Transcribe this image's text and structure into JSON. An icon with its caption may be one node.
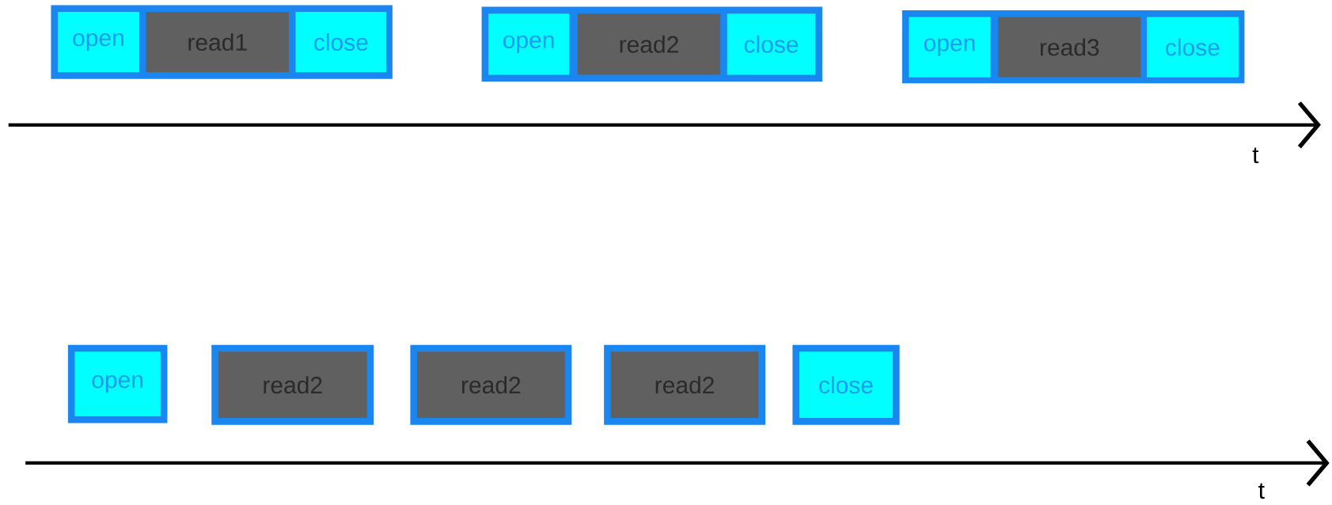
{
  "diagram": {
    "nodes": [
      {
        "text": [],
        "shape": "box"
      },
      {
        "text": [
          "open"
        ],
        "in": 0
      },
      {
        "text": [
          "read1"
        ],
        "in": 0
      },
      {
        "text": [
          "close"
        ],
        "in": 0
      },
      {
        "text": [],
        "shape": "box"
      },
      {
        "text": [
          "open"
        ],
        "in": 4
      },
      {
        "text": [
          "read2"
        ],
        "in": 4
      },
      {
        "text": [
          "close"
        ],
        "in": 4
      },
      {
        "text": [],
        "shape": "box"
      },
      {
        "text": [
          "open"
        ],
        "in": 8
      },
      {
        "text": [
          "read3"
        ],
        "in": 8
      },
      {
        "text": [
          "close"
        ],
        "in": 8
      },
      {
        "text": [
          "open"
        ]
      },
      {
        "text": [
          "read2"
        ]
      },
      {
        "text": [
          "read2"
        ]
      },
      {
        "text": [
          "read2"
        ]
      },
      {
        "text": [
          "close"
        ]
      }
    ],
    "labels": [
      "t",
      "t"
    ]
  }
}
